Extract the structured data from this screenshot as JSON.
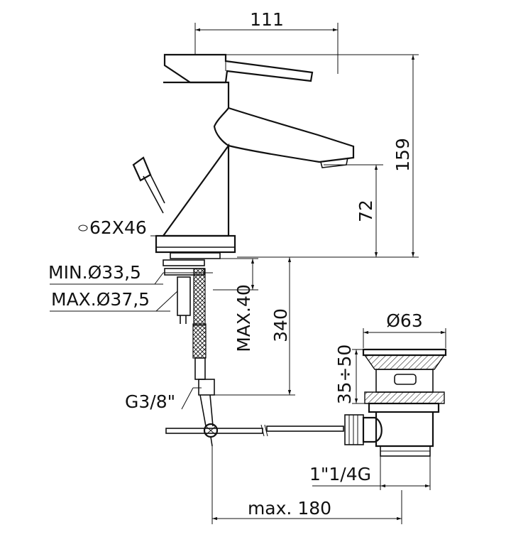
{
  "dimensions": {
    "width_111": "111",
    "height_159": "159",
    "height_72": "72",
    "aerator": "62X46",
    "min_hole": "MIN.Ø33,5",
    "max_hole": "MAX.Ø37,5",
    "max_thickness": "MAX.40",
    "hose_length": "340",
    "connection": "G3/8\"",
    "drain_diameter": "Ø63",
    "drain_range": "35÷50",
    "drain_thread": "1\"1/4G",
    "max_reach": "max. 180"
  },
  "colors": {
    "line": "#111111",
    "background": "#ffffff"
  }
}
